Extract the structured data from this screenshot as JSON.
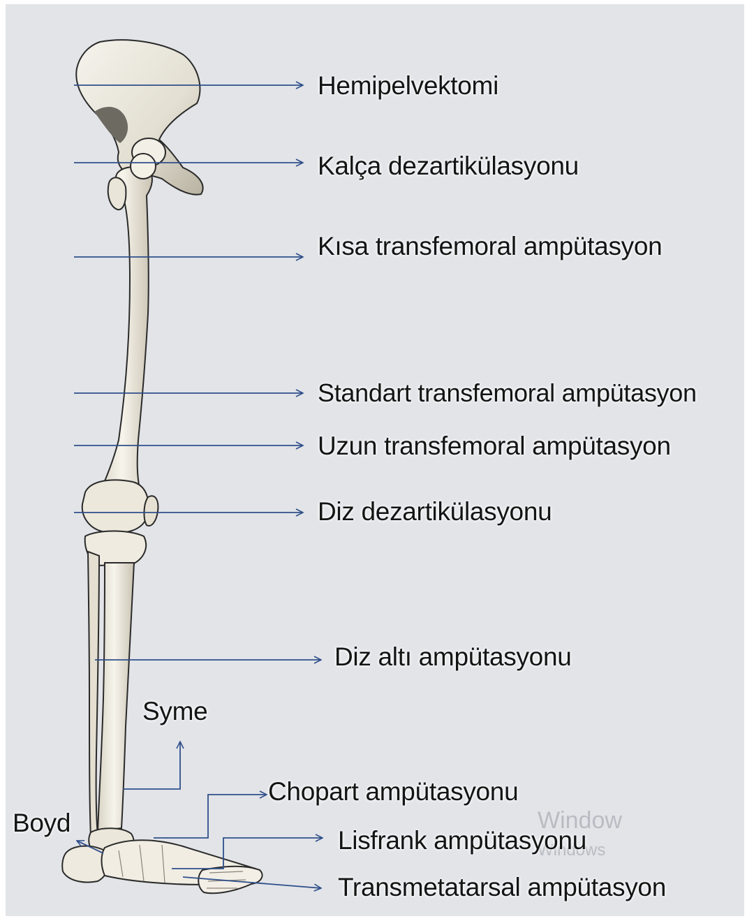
{
  "labels": {
    "hemipelvektomi": "Hemipelvektomi",
    "kalca": "Kalça dezartikülasyonu",
    "kisa": "Kısa transfemoral ampütasyon",
    "standart": "Standart transfemoral ampütasyon",
    "uzun": "Uzun transfemoral ampütasyon",
    "diz_dez": "Diz dezartikülasyonu",
    "diz_alti": "Diz altı ampütasyonu",
    "syme": "Syme",
    "chopart": "Chopart ampütasyonu",
    "boyd": "Boyd",
    "lisfrank": "Lisfrank ampütasyonu",
    "transmetatarsal": "Transmetatarsal ampütasyon"
  },
  "watermark": {
    "line1": "Window",
    "line2": "Windows"
  },
  "colors": {
    "panel": "#e2e4e8",
    "arrow": "#2f4f8a",
    "bone": "#f4f1e8",
    "bone_shade": "#b9b4a6",
    "bone_outline": "#2a2a2a"
  }
}
